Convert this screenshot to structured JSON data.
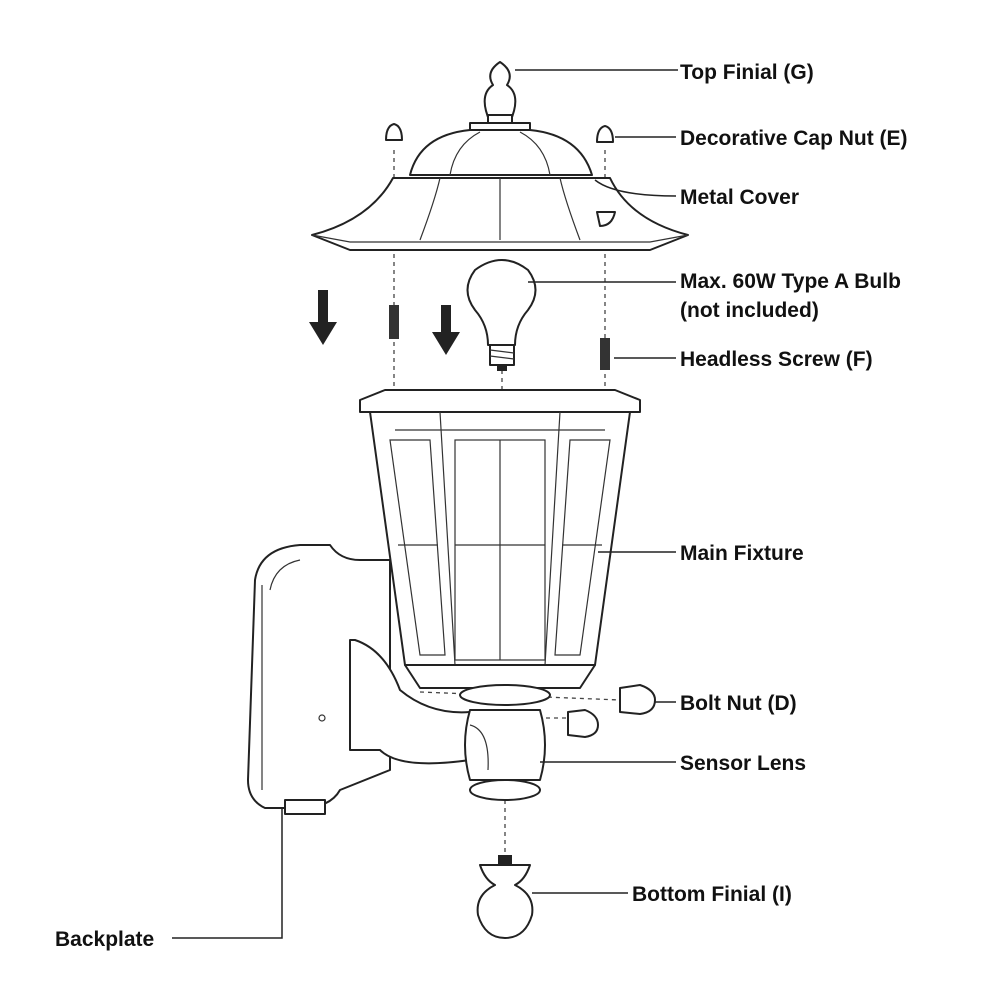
{
  "labels": {
    "top_finial": "Top Finial (G)",
    "cap_nut": "Decorative Cap Nut (E)",
    "metal_cover": "Metal Cover",
    "bulb_line1": "Max. 60W Type A Bulb",
    "bulb_line2": "(not included)",
    "headless_screw": "Headless Screw (F)",
    "main_fixture": "Main Fixture",
    "bolt_nut": "Bolt Nut (D)",
    "sensor_lens": "Sensor Lens",
    "bottom_finial": "Bottom Finial (I)",
    "backplate": "Backplate"
  }
}
